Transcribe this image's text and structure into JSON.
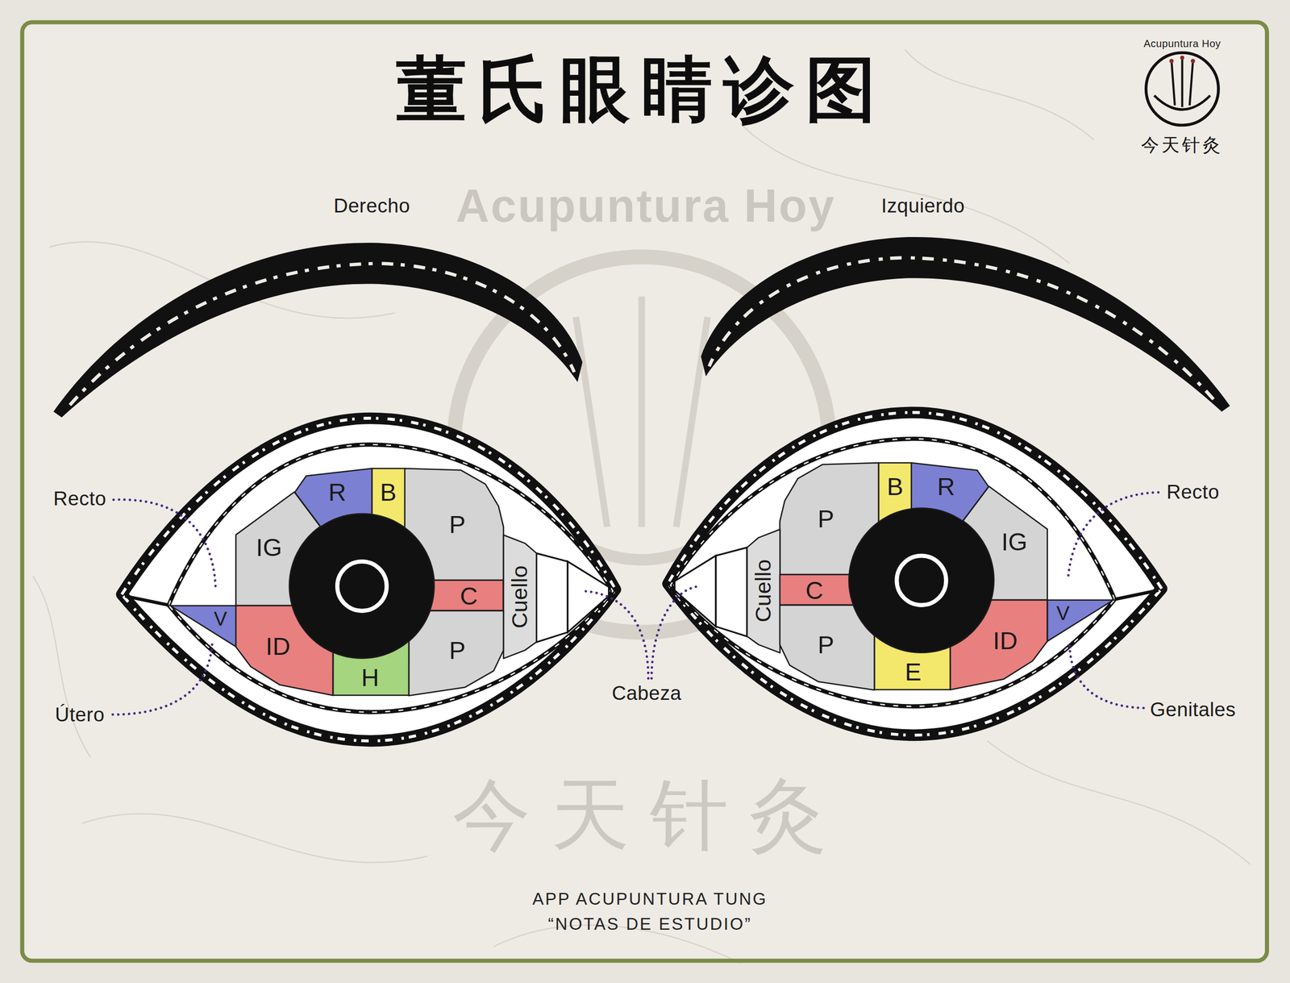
{
  "diagram": {
    "title": "董氏眼睛诊图",
    "caption": "APP ACUPUNTURA TUNG “NOTAS DE ESTUDIO”",
    "nodes": [
      {
        "text": [
          "R"
        ]
      },
      {
        "text": [
          "B"
        ]
      },
      {
        "text": [
          "IG"
        ]
      },
      {
        "text": [
          "P"
        ]
      },
      {
        "text": [
          "C"
        ]
      },
      {
        "text": [
          "Cuello"
        ]
      },
      {
        "text": [
          "V"
        ]
      },
      {
        "text": [
          "ID"
        ]
      },
      {
        "text": [
          "P"
        ]
      },
      {
        "text": [
          "H"
        ]
      },
      {
        "text": [
          "B"
        ]
      },
      {
        "text": [
          "R"
        ]
      },
      {
        "text": [
          "P"
        ]
      },
      {
        "text": [
          "IG"
        ]
      },
      {
        "text": [
          "Cuello"
        ]
      },
      {
        "text": [
          "C"
        ]
      },
      {
        "text": [
          "ID"
        ]
      },
      {
        "text": [
          "V"
        ]
      },
      {
        "text": [
          "P"
        ]
      },
      {
        "text": [
          "E"
        ]
      }
    ],
    "labels": [
      "Acupuntura Hoy",
      "今天针灸",
      "Acupuntura Hoy",
      "Derecho",
      "Izquierdo",
      "Recto",
      "Útero",
      "Cabeza",
      "Recto",
      "Genitales",
      "今天针灸"
    ]
  }
}
